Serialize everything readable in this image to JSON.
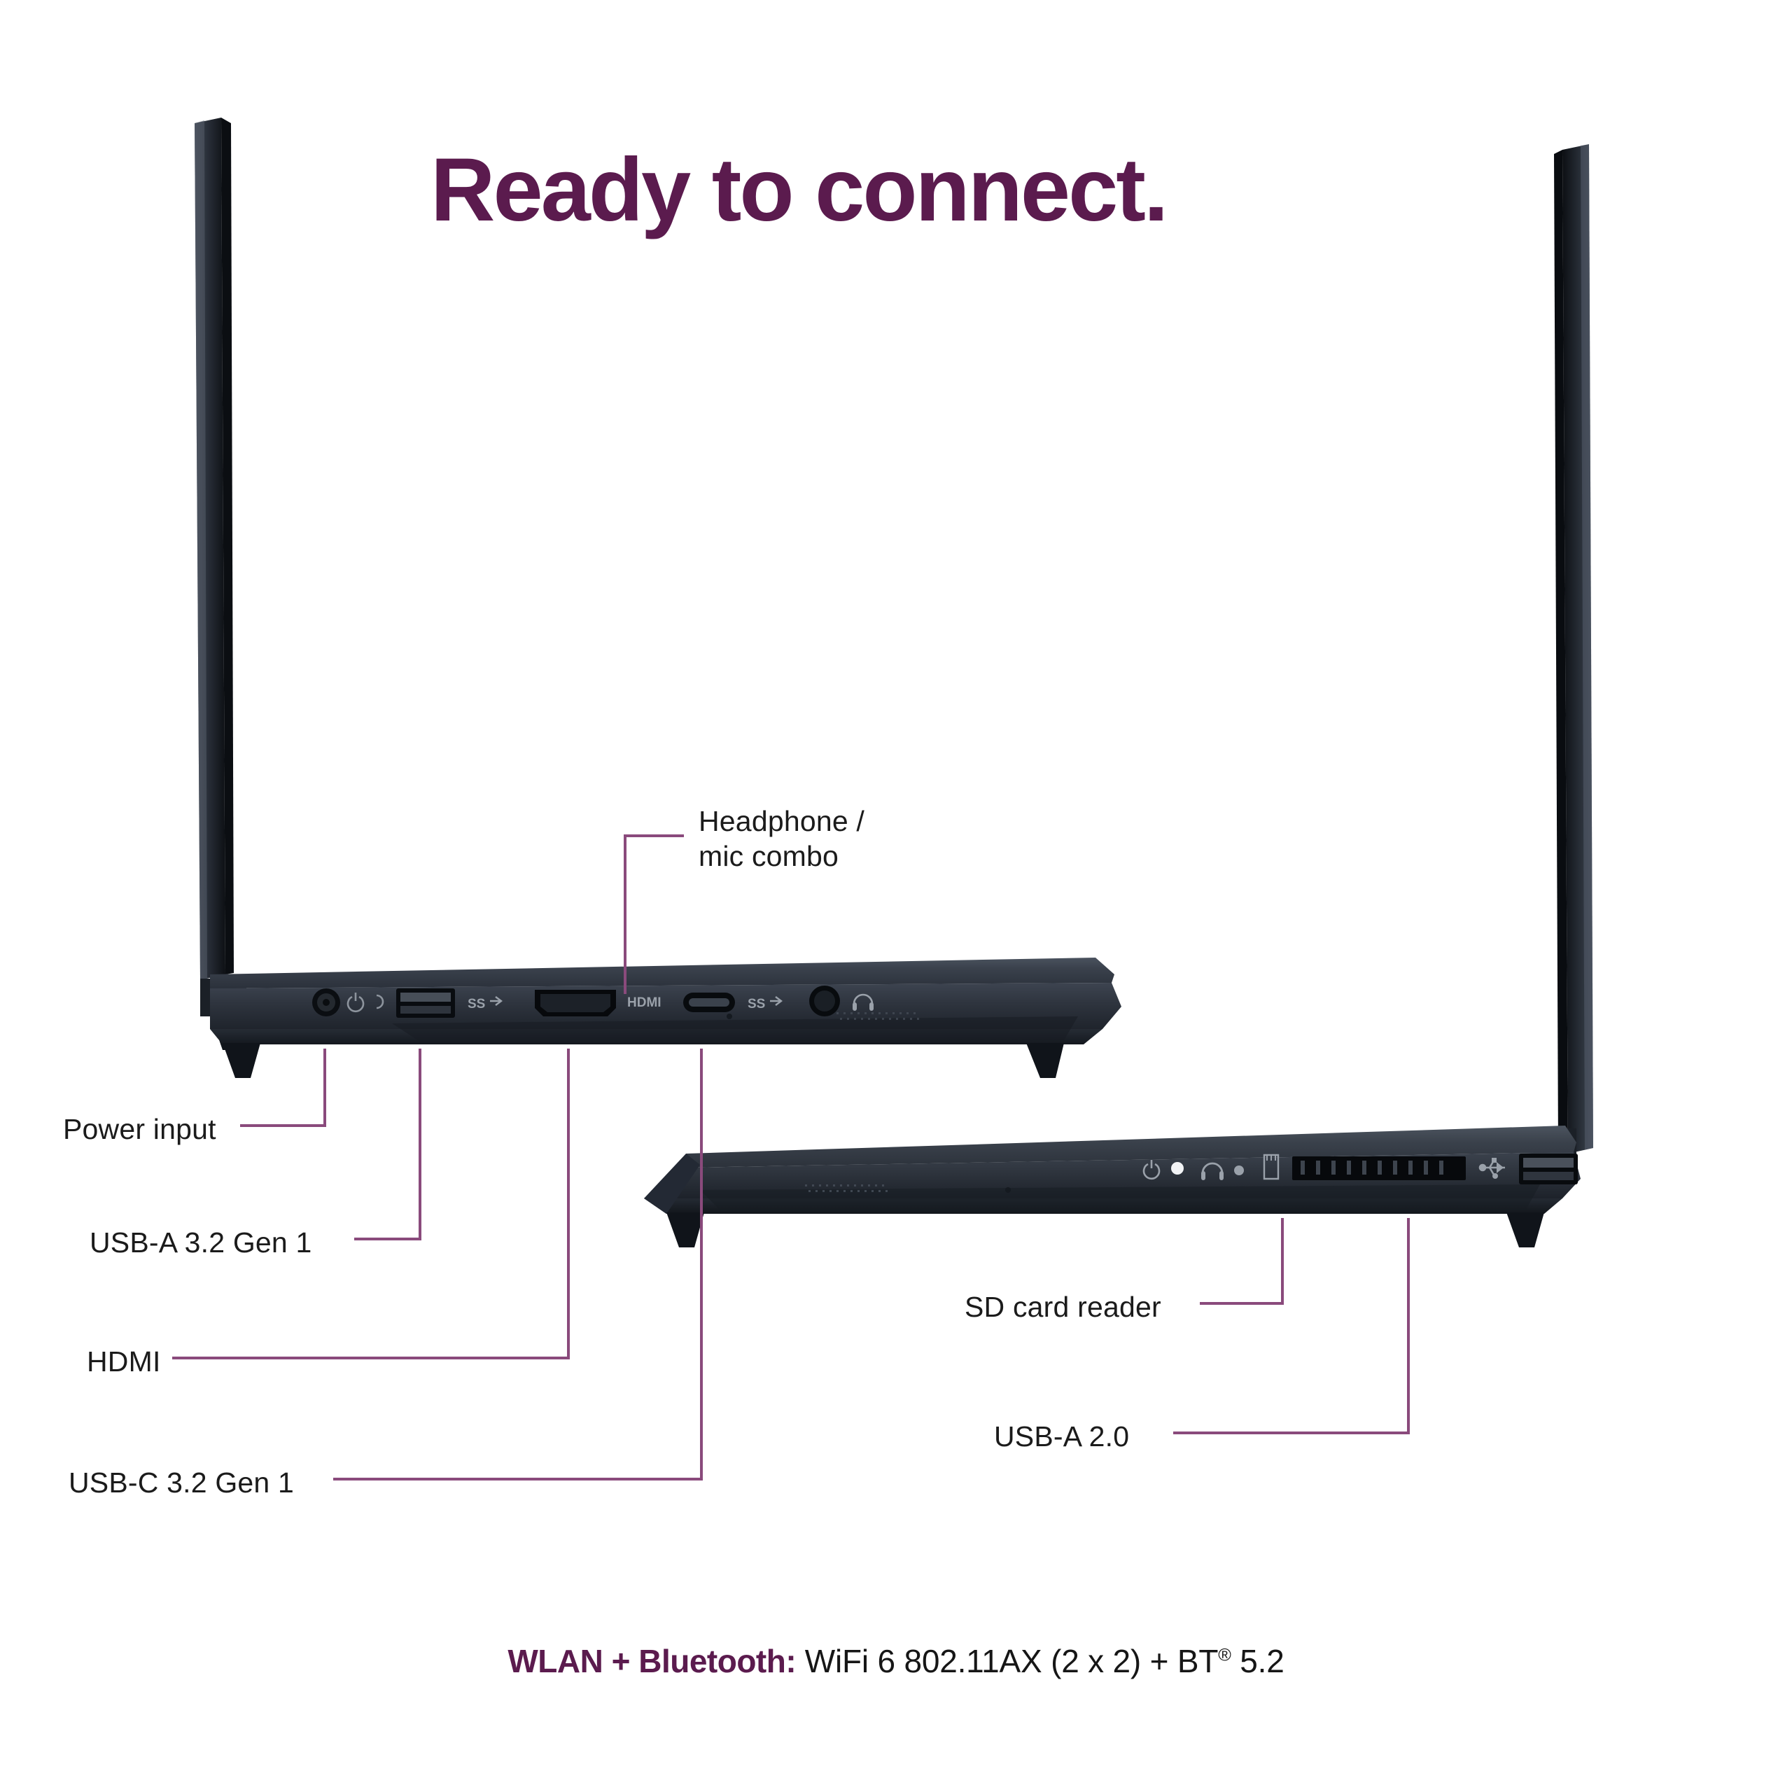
{
  "headline": "Ready to connect.",
  "colors": {
    "brand_purple": "#5b1b4e",
    "leader_line": "#8a4a7c",
    "text": "#1b1b1b",
    "chassis_dark": "#20252d"
  },
  "callouts": {
    "headphone": {
      "line1": "Headphone /",
      "line2": "mic combo"
    },
    "power_input": "Power input",
    "usb_a_32": "USB-A 3.2 Gen 1",
    "hdmi": "HDMI",
    "usb_c_32": "USB-C 3.2 Gen 1",
    "sd_card": "SD card reader",
    "usb_a_20": "USB-A 2.0"
  },
  "port_markings": {
    "left_usb_a_ss": "SS",
    "left_hdmi": "HDMI",
    "left_usb_c_ss": "SS"
  },
  "footer": {
    "bold_label": "WLAN + Bluetooth:",
    "spec_before_reg": " WiFi 6 802.11AX (2 x 2) + BT",
    "reg_mark": "®",
    "spec_after_reg": " 5.2"
  },
  "icons": {
    "power_jack": "power-jack-icon",
    "power_symbol": "power-symbol-icon",
    "charge_indicator": "charge-indicator-icon",
    "usb_a": "usb-a-port-icon",
    "hdmi_port": "hdmi-port-icon",
    "usb_c": "usb-c-port-icon",
    "headphone_jack": "headphone-jack-icon",
    "headphone_symbol": "headphone-symbol-icon",
    "power_led": "power-led-icon",
    "sd_slot": "sd-card-slot-icon",
    "usb_trident": "usb-trident-icon",
    "speaker_grille": "speaker-grille-icon"
  }
}
